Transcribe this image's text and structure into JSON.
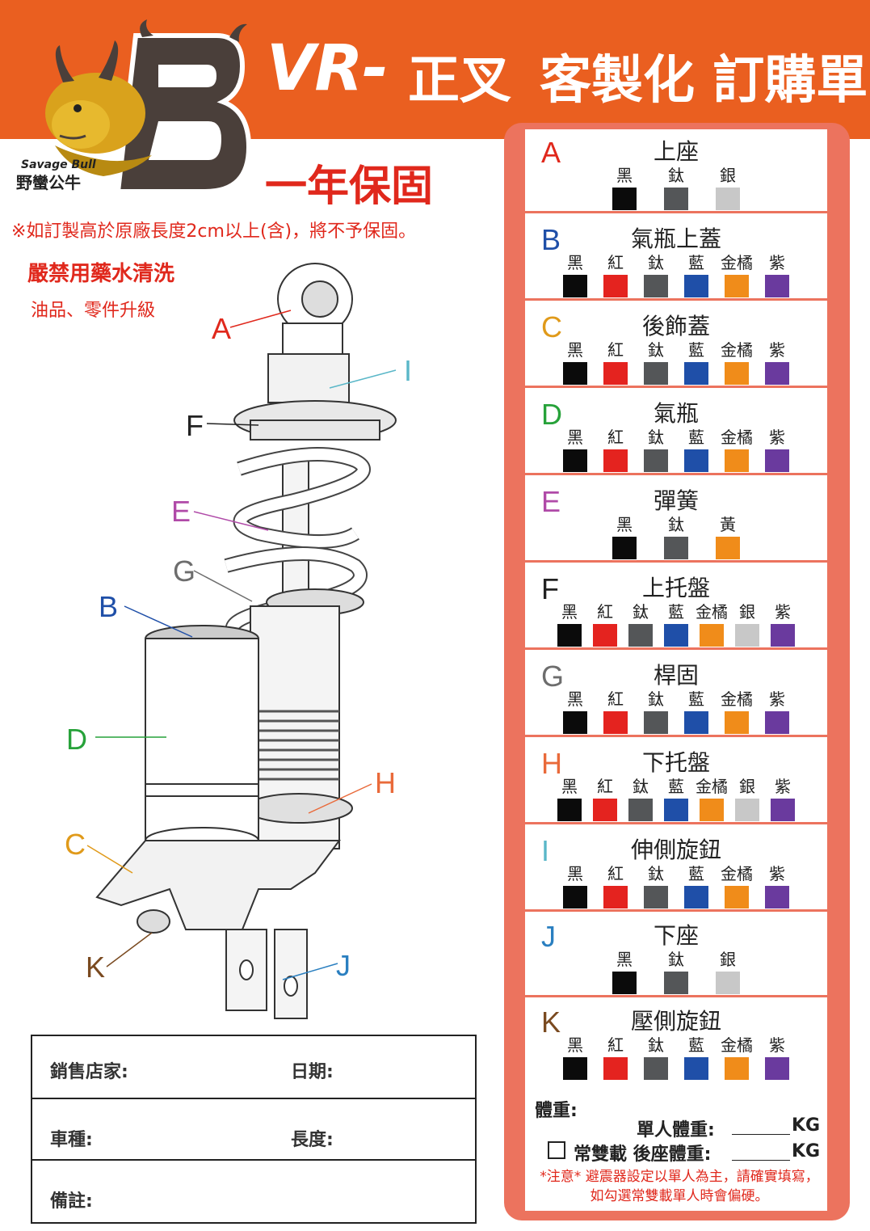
{
  "header": {
    "title_model": "VR-",
    "title_zh1": "正叉",
    "title_zh2": "客製化 訂購單",
    "brand_en": "Savage Bull",
    "brand_zh": "野蠻公牛"
  },
  "notices": {
    "warranty": "一年保固",
    "custom_height": "※如訂製高於原廠長度2cm以上(含)，將不予保固。",
    "no_chemicals": "嚴禁用藥水清洗",
    "upgrade": "油品、零件升級"
  },
  "diagram_callouts": [
    "A",
    "I",
    "F",
    "E",
    "G",
    "B",
    "D",
    "H",
    "C",
    "K",
    "J"
  ],
  "colors": {
    "brand_orange": "#ea5f20",
    "panel_salmon": "#ec735e",
    "warning_red": "#e0281c",
    "黑": "#0b0b0b",
    "紅": "#e4231f",
    "鈦": "#545658",
    "藍": "#1f4fa8",
    "金橘": "#f08c1a",
    "紫": "#6a3a9e",
    "銀": "#c8c8c8",
    "黃": "#f08c1a"
  },
  "sections": [
    {
      "letter": "A",
      "letter_color": "#e0281c",
      "title": "上座",
      "options": [
        "黑",
        "鈦",
        "銀"
      ]
    },
    {
      "letter": "B",
      "letter_color": "#1f4fa8",
      "title": "氣瓶上蓋",
      "options": [
        "黑",
        "紅",
        "鈦",
        "藍",
        "金橘",
        "紫"
      ]
    },
    {
      "letter": "C",
      "letter_color": "#e09a1a",
      "title": "後飾蓋",
      "options": [
        "黑",
        "紅",
        "鈦",
        "藍",
        "金橘",
        "紫"
      ]
    },
    {
      "letter": "D",
      "letter_color": "#27a23a",
      "title": "氣瓶",
      "options": [
        "黑",
        "紅",
        "鈦",
        "藍",
        "金橘",
        "紫"
      ]
    },
    {
      "letter": "E",
      "letter_color": "#b04aa8",
      "title": "彈簧",
      "options": [
        "黑",
        "鈦",
        "黃"
      ]
    },
    {
      "letter": "F",
      "letter_color": "#222222",
      "title": "上托盤",
      "options": [
        "黑",
        "紅",
        "鈦",
        "藍",
        "金橘",
        "銀",
        "紫"
      ]
    },
    {
      "letter": "G",
      "letter_color": "#6d6d6d",
      "title": "桿固",
      "options": [
        "黑",
        "紅",
        "鈦",
        "藍",
        "金橘",
        "紫"
      ]
    },
    {
      "letter": "H",
      "letter_color": "#e96a3a",
      "title": "下托盤",
      "options": [
        "黑",
        "紅",
        "鈦",
        "藍",
        "金橘",
        "銀",
        "紫"
      ]
    },
    {
      "letter": "I",
      "letter_color": "#5ab7c8",
      "title": "伸側旋鈕",
      "options": [
        "黑",
        "紅",
        "鈦",
        "藍",
        "金橘",
        "紫"
      ]
    },
    {
      "letter": "J",
      "letter_color": "#2a7fc0",
      "title": "下座",
      "options": [
        "黑",
        "鈦",
        "銀"
      ]
    },
    {
      "letter": "K",
      "letter_color": "#7a4a20",
      "title": "壓側旋鈕",
      "options": [
        "黑",
        "紅",
        "鈦",
        "藍",
        "金橘",
        "紫"
      ]
    }
  ],
  "weight": {
    "label": "體重:",
    "single_label": "單人體重:",
    "double_label": "常雙載 後座體重:",
    "unit": "KG",
    "note": "*注意* 避震器設定以單人為主，請確實填寫，如勾選常雙載單人時會偏硬。"
  },
  "order_form": {
    "shop": "銷售店家:",
    "date": "日期:",
    "model": "車種:",
    "length": "長度:",
    "remarks": "備註:"
  }
}
